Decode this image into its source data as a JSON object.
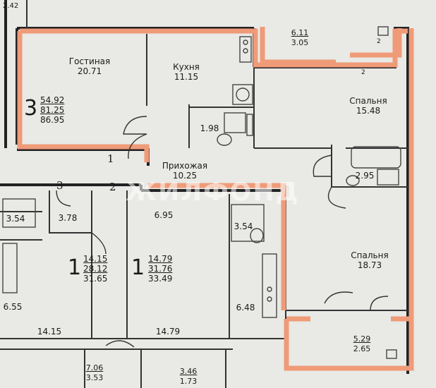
{
  "rooms": {
    "living": {
      "label": "Гостиная",
      "area": "20.71"
    },
    "kitchen": {
      "label": "Кухня",
      "area": "11.15"
    },
    "bedroom1": {
      "label": "Спальня",
      "area": "15.48"
    },
    "bedroom2": {
      "label": "Спальня",
      "area": "18.73"
    },
    "hall": {
      "label": "Прихожая",
      "area": "10.25"
    },
    "bath_main": {
      "area": "1.98"
    },
    "bath_2": {
      "area": "2.95"
    },
    "corridor": {
      "area": "6.95"
    },
    "bath_a": {
      "area": "3.54"
    },
    "bath_b": {
      "area": "3.54"
    },
    "hall_small": {
      "area": "3.78"
    },
    "room_a_side": {
      "area": "6.55"
    },
    "room_a": {
      "area": "14.15"
    },
    "room_b_side": {
      "area": "6.48"
    },
    "room_b": {
      "area": "14.79"
    }
  },
  "balconies": {
    "top": {
      "area": "6.11",
      "reduced": "3.05"
    },
    "bottom": {
      "area": "5.29",
      "reduced": "2.65"
    },
    "left": {
      "area": "7.06",
      "reduced": "3.53"
    },
    "mid": {
      "area": "3.46",
      "reduced": "1.73"
    }
  },
  "apartments": {
    "three_room": {
      "rooms": "3",
      "living": "54.92",
      "total": "81.25",
      "with_balcony": "86.95"
    },
    "one_room_a": {
      "rooms": "1",
      "living": "14.15",
      "total": "28.12",
      "with_balcony": "31.65"
    },
    "one_room_b": {
      "rooms": "1",
      "living": "14.79",
      "total": "31.76",
      "with_balcony": "33.49"
    }
  },
  "entrances": {
    "e1": "1",
    "e2": "2",
    "e3": "3"
  },
  "corner_label": "2.42",
  "window_marks": {
    "m1": "2",
    "m2": "2"
  },
  "watermark": "ЖИЛФОНД",
  "colors": {
    "highlight": "#ef9b78",
    "paper": "#e9e9e6",
    "ink": "#222222"
  }
}
